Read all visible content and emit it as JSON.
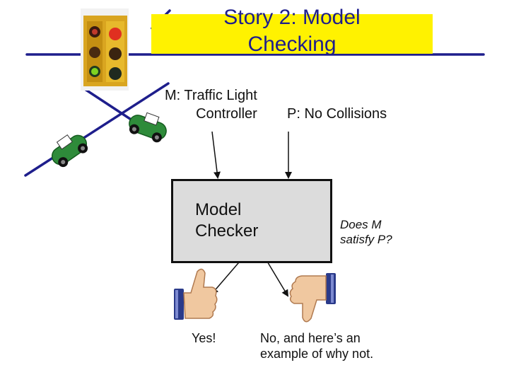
{
  "slide": {
    "title_line1": "Story 2: Model",
    "title_line2": "Checking",
    "model_label_line1": "M: Traffic Light",
    "model_label_line2": "Controller",
    "property_label": "P:  No Collisions",
    "checker_line1": "Model",
    "checker_line2": "Checker",
    "question_line1": "Does M",
    "question_line2": "satisfy P?",
    "yes_answer": "Yes!",
    "no_answer_line1": "No, and here’s an",
    "no_answer_line2": "example of why not."
  },
  "colors": {
    "title_bg": "#fff200",
    "title_text": "#1e1e8c",
    "road_lines": "#1e1e8c",
    "box_fill": "#dcdcdc",
    "car_body": "#2e8b3a"
  },
  "icons": [
    "traffic-light-icon",
    "car-icon",
    "thumbs-up-icon",
    "thumbs-down-icon"
  ]
}
